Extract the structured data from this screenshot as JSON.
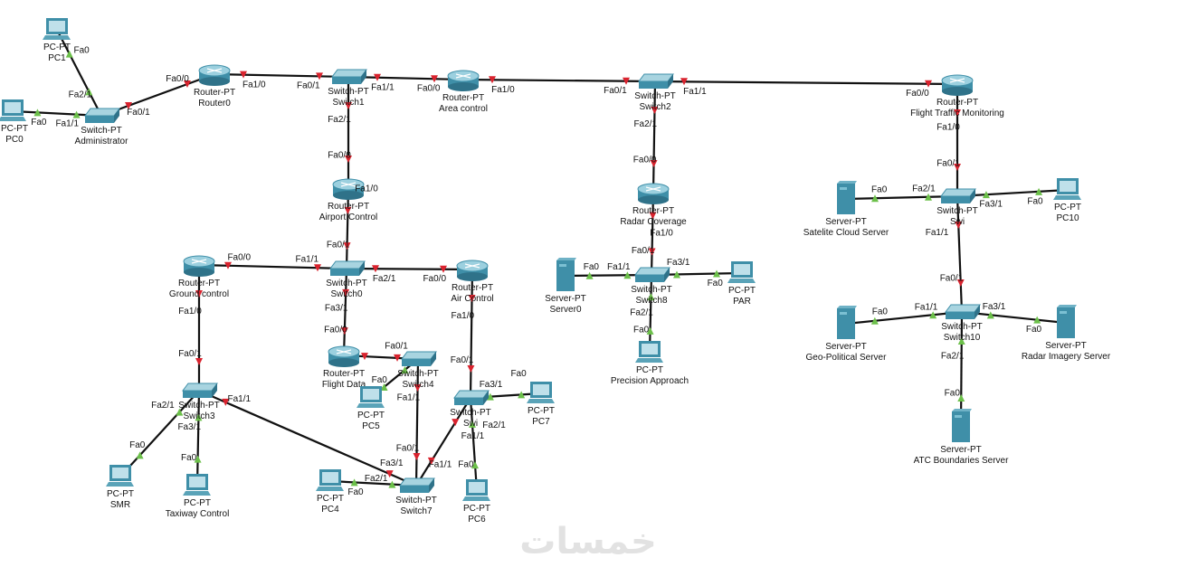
{
  "colors": {
    "link": "#111111",
    "down": "#d9232e",
    "up": "#6cc04a",
    "device": "#3f8fa8",
    "device_light": "#bfe0ea"
  },
  "watermark": "خمسات",
  "nodes": [
    {
      "id": "pc1",
      "type": "pc",
      "model": "PC-PT",
      "name": "PC1"
    },
    {
      "id": "pc0",
      "type": "pc",
      "model": "PC-PT",
      "name": "PC0"
    },
    {
      "id": "admin",
      "type": "switch",
      "model": "Switch-PT",
      "name": "Administrator"
    },
    {
      "id": "router0",
      "type": "router",
      "model": "Router-PT",
      "name": "Router0"
    },
    {
      "id": "switch1",
      "type": "switch",
      "model": "Switch-PT",
      "name": "Switch1"
    },
    {
      "id": "area",
      "type": "router",
      "model": "Router-PT",
      "name": "Area control"
    },
    {
      "id": "switch2",
      "type": "switch",
      "model": "Switch-PT",
      "name": "Switch2"
    },
    {
      "id": "flighttraffic",
      "type": "router",
      "model": "Router-PT",
      "name": "Flight Traffic Monitoring"
    },
    {
      "id": "airport",
      "type": "router",
      "model": "Router-PT",
      "name": "Airport Control"
    },
    {
      "id": "switch0",
      "type": "switch",
      "model": "Switch-PT",
      "name": "Switch0"
    },
    {
      "id": "ground",
      "type": "router",
      "model": "Router-PT",
      "name": "Ground control"
    },
    {
      "id": "aircontrol",
      "type": "router",
      "model": "Router-PT",
      "name": "Air Control"
    },
    {
      "id": "flightdata",
      "type": "router",
      "model": "Router-PT",
      "name": "Flight Data"
    },
    {
      "id": "switch4",
      "type": "switch",
      "model": "Switch-PT",
      "name": "Switch4"
    },
    {
      "id": "pc5",
      "type": "pc",
      "model": "PC-PT",
      "name": "PC5"
    },
    {
      "id": "switch3",
      "type": "switch",
      "model": "Switch-PT",
      "name": "Switch3"
    },
    {
      "id": "smr",
      "type": "pc",
      "model": "PC-PT",
      "name": "SMR"
    },
    {
      "id": "taxiway",
      "type": "pc",
      "model": "PC-PT",
      "name": "Taxiway Control"
    },
    {
      "id": "switch7",
      "type": "switch",
      "model": "Switch-PT",
      "name": "Switch7"
    },
    {
      "id": "pc4",
      "type": "pc",
      "model": "PC-PT",
      "name": "PC4"
    },
    {
      "id": "switch5",
      "type": "switch",
      "model": "Switch-PT",
      "name": "Swi"
    },
    {
      "id": "pc7",
      "type": "pc",
      "model": "PC-PT",
      "name": "PC7"
    },
    {
      "id": "pc6",
      "type": "pc",
      "model": "PC-PT",
      "name": "PC6"
    },
    {
      "id": "radarcov",
      "type": "router",
      "model": "Router-PT",
      "name": "Radar Coverage"
    },
    {
      "id": "switch8",
      "type": "switch",
      "model": "Switch-PT",
      "name": "Switch8"
    },
    {
      "id": "server0",
      "type": "server",
      "model": "Server-PT",
      "name": "Server0"
    },
    {
      "id": "par",
      "type": "pc",
      "model": "PC-PT",
      "name": "PAR"
    },
    {
      "id": "precision",
      "type": "pc",
      "model": "PC-PT",
      "name": "Precision Approach"
    },
    {
      "id": "switch9",
      "type": "switch",
      "model": "Switch-PT",
      "name": "Swi"
    },
    {
      "id": "satelite",
      "type": "server",
      "model": "Server-PT",
      "name": "Satelite Cloud Server"
    },
    {
      "id": "pc10",
      "type": "pc",
      "model": "PC-PT",
      "name": "PC10"
    },
    {
      "id": "switch10",
      "type": "switch",
      "model": "Switch-PT",
      "name": "Switch10"
    },
    {
      "id": "geo",
      "type": "server",
      "model": "Server-PT",
      "name": "Geo-Political Server"
    },
    {
      "id": "radarimg",
      "type": "server",
      "model": "Server-PT",
      "name": "Radar Imagery Server"
    },
    {
      "id": "atc",
      "type": "server",
      "model": "Server-PT",
      "name": "ATC Boundaries Server"
    }
  ],
  "links": [
    {
      "from": "pc1",
      "to": "admin",
      "from_port": "Fa0",
      "to_port": "Fa2/1",
      "status": "up"
    },
    {
      "from": "pc0",
      "to": "admin",
      "from_port": "Fa0",
      "to_port": "Fa1/1",
      "status": "up"
    },
    {
      "from": "admin",
      "to": "router0",
      "from_port": "Fa0/1",
      "to_port": "Fa0/0",
      "status": "down"
    },
    {
      "from": "router0",
      "to": "switch1",
      "from_port": "Fa1/0",
      "to_port": "Fa0/1",
      "status": "down"
    },
    {
      "from": "switch1",
      "to": "area",
      "from_port": "Fa1/1",
      "to_port": "Fa0/0",
      "status": "down"
    },
    {
      "from": "area",
      "to": "switch2",
      "from_port": "Fa1/0",
      "to_port": "Fa0/1",
      "status": "down"
    },
    {
      "from": "switch2",
      "to": "flighttraffic",
      "from_port": "Fa1/1",
      "to_port": "Fa0/0",
      "status": "down"
    },
    {
      "from": "switch1",
      "to": "airport",
      "from_port": "Fa2/1",
      "to_port": "Fa0/0",
      "status": "down"
    },
    {
      "from": "airport",
      "to": "switch0",
      "from_port": "Fa1/0",
      "to_port": "Fa0/1",
      "status": "down"
    },
    {
      "from": "switch0",
      "to": "ground",
      "from_port": "Fa1/1",
      "to_port": "Fa0/0",
      "status": "down"
    },
    {
      "from": "switch0",
      "to": "aircontrol",
      "from_port": "Fa2/1",
      "to_port": "Fa0/0",
      "status": "down"
    },
    {
      "from": "switch0",
      "to": "flightdata",
      "from_port": "Fa3/1",
      "to_port": "Fa0/0",
      "status": "down"
    },
    {
      "from": "flightdata",
      "to": "switch4",
      "from_port": "",
      "to_port": "Fa0/1",
      "status": "down"
    },
    {
      "from": "switch4",
      "to": "pc5",
      "from_port": "",
      "to_port": "Fa0",
      "status": "up"
    },
    {
      "from": "switch4",
      "to": "switch7",
      "from_port": "Fa1/1",
      "to_port": "Fa0/1",
      "status": "down"
    },
    {
      "from": "ground",
      "to": "switch3",
      "from_port": "Fa1/0",
      "to_port": "Fa0/1",
      "status": "down"
    },
    {
      "from": "switch3",
      "to": "smr",
      "from_port": "Fa2/1",
      "to_port": "Fa0",
      "status": "up"
    },
    {
      "from": "switch3",
      "to": "taxiway",
      "from_port": "Fa3/1",
      "to_port": "Fa0",
      "status": "up"
    },
    {
      "from": "switch3",
      "to": "switch7",
      "from_port": "Fa1/1",
      "to_port": "Fa2/1",
      "status": "down"
    },
    {
      "from": "switch7",
      "to": "pc4",
      "from_port": "Fa3/1",
      "to_port": "Fa0",
      "status": "up"
    },
    {
      "from": "switch7",
      "to": "switch5",
      "from_port": "Fa1/1",
      "to_port": "Fa1/1",
      "status": "down"
    },
    {
      "from": "aircontrol",
      "to": "switch5",
      "from_port": "Fa1/0",
      "to_port": "Fa0/1",
      "status": "down"
    },
    {
      "from": "switch5",
      "to": "pc7",
      "from_port": "Fa3/1",
      "to_port": "Fa0",
      "status": "up"
    },
    {
      "from": "switch5",
      "to": "pc6",
      "from_port": "Fa2/1",
      "to_port": "Fa0",
      "status": "up"
    },
    {
      "from": "switch2",
      "to": "radarcov",
      "from_port": "Fa2/1",
      "to_port": "Fa0/0",
      "status": "down"
    },
    {
      "from": "radarcov",
      "to": "switch8",
      "from_port": "Fa1/0",
      "to_port": "Fa0/1",
      "status": "down"
    },
    {
      "from": "switch8",
      "to": "server0",
      "from_port": "Fa1/1",
      "to_port": "Fa0",
      "status": "up"
    },
    {
      "from": "switch8",
      "to": "par",
      "from_port": "Fa3/1",
      "to_port": "Fa0",
      "status": "up"
    },
    {
      "from": "switch8",
      "to": "precision",
      "from_port": "Fa2/1",
      "to_port": "Fa0",
      "status": "up"
    },
    {
      "from": "flighttraffic",
      "to": "switch9",
      "from_port": "Fa1/0",
      "to_port": "Fa0/1",
      "status": "down"
    },
    {
      "from": "switch9",
      "to": "satelite",
      "from_port": "Fa2/1",
      "to_port": "Fa0",
      "status": "up"
    },
    {
      "from": "switch9",
      "to": "pc10",
      "from_port": "Fa3/1",
      "to_port": "Fa0",
      "status": "up"
    },
    {
      "from": "switch9",
      "to": "switch10",
      "from_port": "Fa1/1",
      "to_port": "Fa0/1",
      "status": "down"
    },
    {
      "from": "switch10",
      "to": "geo",
      "from_port": "Fa1/1",
      "to_port": "Fa0",
      "status": "up"
    },
    {
      "from": "switch10",
      "to": "radarimg",
      "from_port": "Fa3/1",
      "to_port": "Fa0",
      "status": "up"
    },
    {
      "from": "switch10",
      "to": "atc",
      "from_port": "Fa2/1",
      "to_port": "Fa0",
      "status": "up"
    }
  ]
}
